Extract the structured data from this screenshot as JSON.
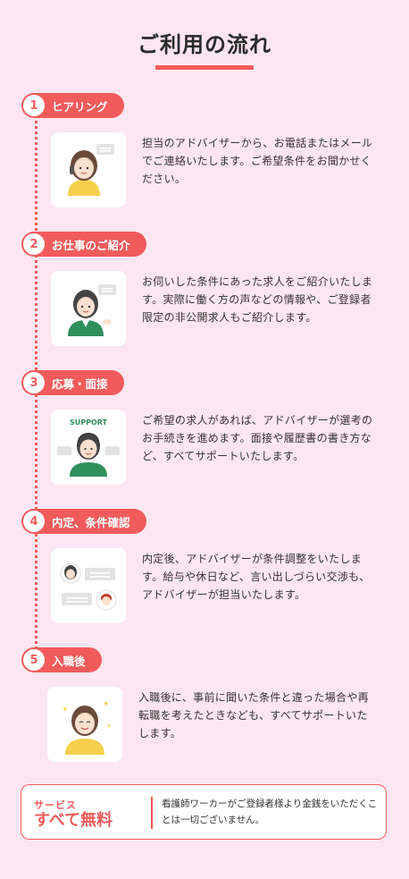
{
  "page": {
    "title": "ご利用の流れ"
  },
  "colors": {
    "accent": "#f25b5b",
    "background": "#fde6f1",
    "card": "#ffffff"
  },
  "steps": [
    {
      "num": "1",
      "title": "ヒアリング",
      "icon": "advisor-phone-icon",
      "text": "担当のアドバイザーから、お電話またはメールでご連絡いたします。ご希望条件をお聞かせください。"
    },
    {
      "num": "2",
      "title": "お仕事のご紹介",
      "icon": "advisor-introduce-icon",
      "text": "お伺いした条件にあった求人をご紹介いたします。実際に働く方の声などの情報や、ご登録者限定の非公開求人もご紹介します。"
    },
    {
      "num": "3",
      "title": "応募・面接",
      "icon": "support-advisor-icon",
      "badge": "SUPPORT",
      "text": "ご希望の求人があれば、アドバイザーが選考のお手続きを進めます。面接や履歴書の書き方など、すべてサポートいたします。"
    },
    {
      "num": "4",
      "title": "内定、条件確認",
      "icon": "negotiation-chat-icon",
      "text": "内定後、アドバイザーが条件調整をいたします。給与や休日など、言い出しづらい交渉も、アドバイザーが担当いたします。"
    },
    {
      "num": "5",
      "title": "入職後",
      "icon": "happy-nurse-icon",
      "text": "入職後に、事前に聞いた条件と違った場合や再転職を考えたときなども、すべてサポートいたします。"
    }
  ],
  "footer": {
    "label_small": "サービス",
    "label_big": "すべて無料",
    "note": "看護師ワーカーがご登録者様より金銭をいただくことは一切ございません。"
  }
}
